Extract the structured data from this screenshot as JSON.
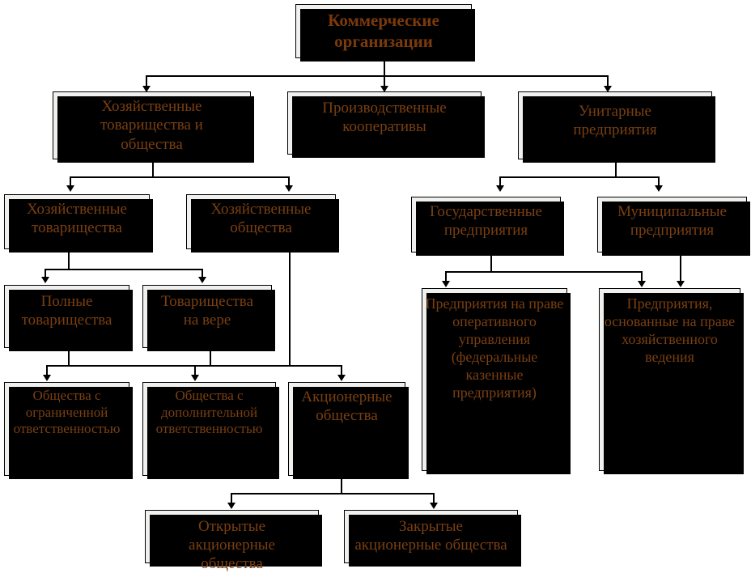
{
  "diagram": {
    "title": "Коммерческие организации",
    "colors": {
      "text": "#7B3F12",
      "box_fill": "#F0F0EE",
      "box_border": "#000000",
      "shadow": "#000000",
      "background": "#FFFFFF"
    },
    "nodes": [
      {
        "id": "root",
        "label": "Коммерческие\nорганизации"
      },
      {
        "id": "htio",
        "label": "Хозяйственные\nтоварищества и\nобщества"
      },
      {
        "id": "prodcoop",
        "label": "Производственные\nкооперативы"
      },
      {
        "id": "unitary",
        "label": "Унитарные\nпредприятия"
      },
      {
        "id": "partnership",
        "label": "Хозяйственные\nтоварищества"
      },
      {
        "id": "societies",
        "label": "Хозяйственные\nобщества"
      },
      {
        "id": "state",
        "label": "Государственные\nпредприятия"
      },
      {
        "id": "municipal",
        "label": "Муниципальные\nпредприятия"
      },
      {
        "id": "full",
        "label": "Полные\nтоварищества"
      },
      {
        "id": "faith",
        "label": "Товарищества\nна вере"
      },
      {
        "id": "ooo",
        "label": "Общества с ограниченной ответственностью"
      },
      {
        "id": "odo",
        "label": "Общества с дополнительной ответственностью"
      },
      {
        "id": "ao",
        "label": "Акционерные\nобщества"
      },
      {
        "id": "oper",
        "label": "Предприятия на праве оперативного управления (федеральные казенные предприятия)"
      },
      {
        "id": "econ",
        "label": "Предприятия, основанные на праве хозяйственного ведения"
      },
      {
        "id": "oao",
        "label": "Открытые\nакционерные\nобщества"
      },
      {
        "id": "zao",
        "label": "Закрытые\nакционерные общества"
      }
    ]
  }
}
